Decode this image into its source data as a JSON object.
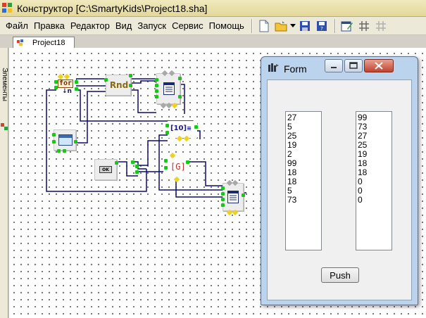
{
  "window": {
    "title": "Конструктор [C:\\SmartyKids\\Project18.sha]"
  },
  "menu": {
    "items": [
      "Файл",
      "Правка",
      "Редактор",
      "Вид",
      "Запуск",
      "Сервис",
      "Помощь"
    ]
  },
  "toolbar": {
    "icons": [
      "new-file-icon",
      "open-folder-icon",
      "dropdown-arrow-icon",
      "save-icon",
      "save-as-icon",
      "edit-form-icon",
      "grid-icon",
      "grid-disabled-icon"
    ]
  },
  "tabs": {
    "active": "Project18"
  },
  "side_panel": {
    "label": "Элементы"
  },
  "blocks": {
    "for_label": "for",
    "for_sub": "↓n",
    "rnd_label": "Rnd",
    "array_label": "[10]",
    "array_suffix": "≡",
    "sort_label": "[G]",
    "button_label": "OK"
  },
  "colors": {
    "wire": "#0a0a6e",
    "pin": "#17c817",
    "pin_alt": "#f0d020",
    "form_frame": "#bcd3ee",
    "close_button": "#c0422e"
  },
  "form": {
    "title": "Form",
    "left_list": [
      "27",
      "5",
      "25",
      "19",
      "2",
      "99",
      "18",
      "18",
      "5",
      "73"
    ],
    "right_list": [
      "99",
      "73",
      "27",
      "25",
      "19",
      "18",
      "18",
      "0",
      "0",
      "0"
    ],
    "push_label": "Push"
  }
}
